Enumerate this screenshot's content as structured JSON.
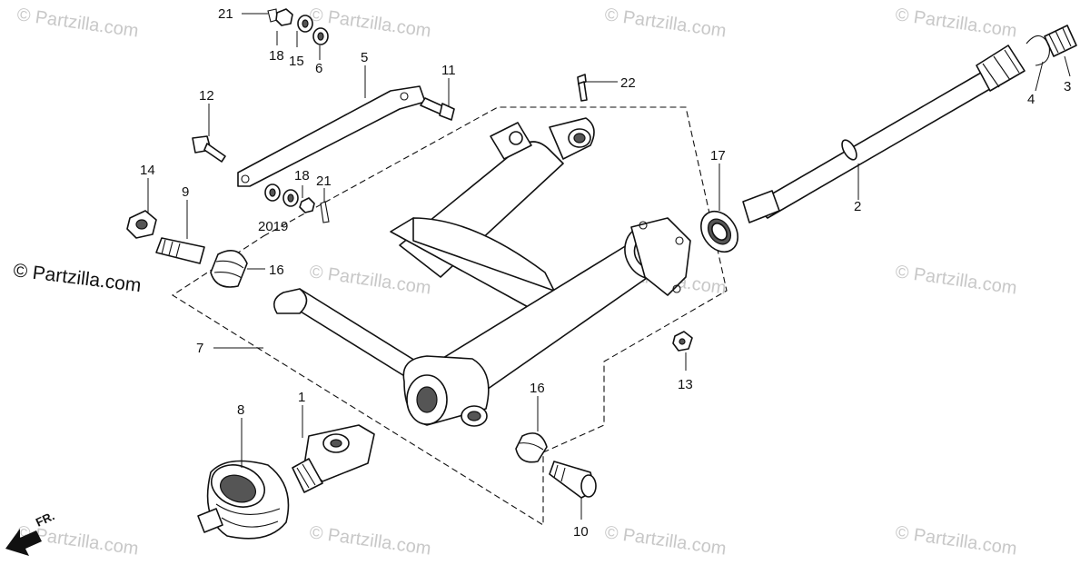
{
  "watermark": "© Partzilla.com",
  "copyright": "© Partzilla.com",
  "front_indicator": "FR.",
  "callouts": {
    "c1": "1",
    "c2": "2",
    "c3": "3",
    "c4": "4",
    "c5": "5",
    "c6": "6",
    "c7": "7",
    "c8": "8",
    "c9": "9",
    "c10": "10",
    "c11": "11",
    "c12": "12",
    "c13": "13",
    "c14": "14",
    "c15": "15",
    "c16a": "16",
    "c16b": "16",
    "c17": "17",
    "c18a": "18",
    "c18b": "18",
    "c2019": "2019",
    "c21a": "21",
    "c21b": "21",
    "c22": "22"
  }
}
